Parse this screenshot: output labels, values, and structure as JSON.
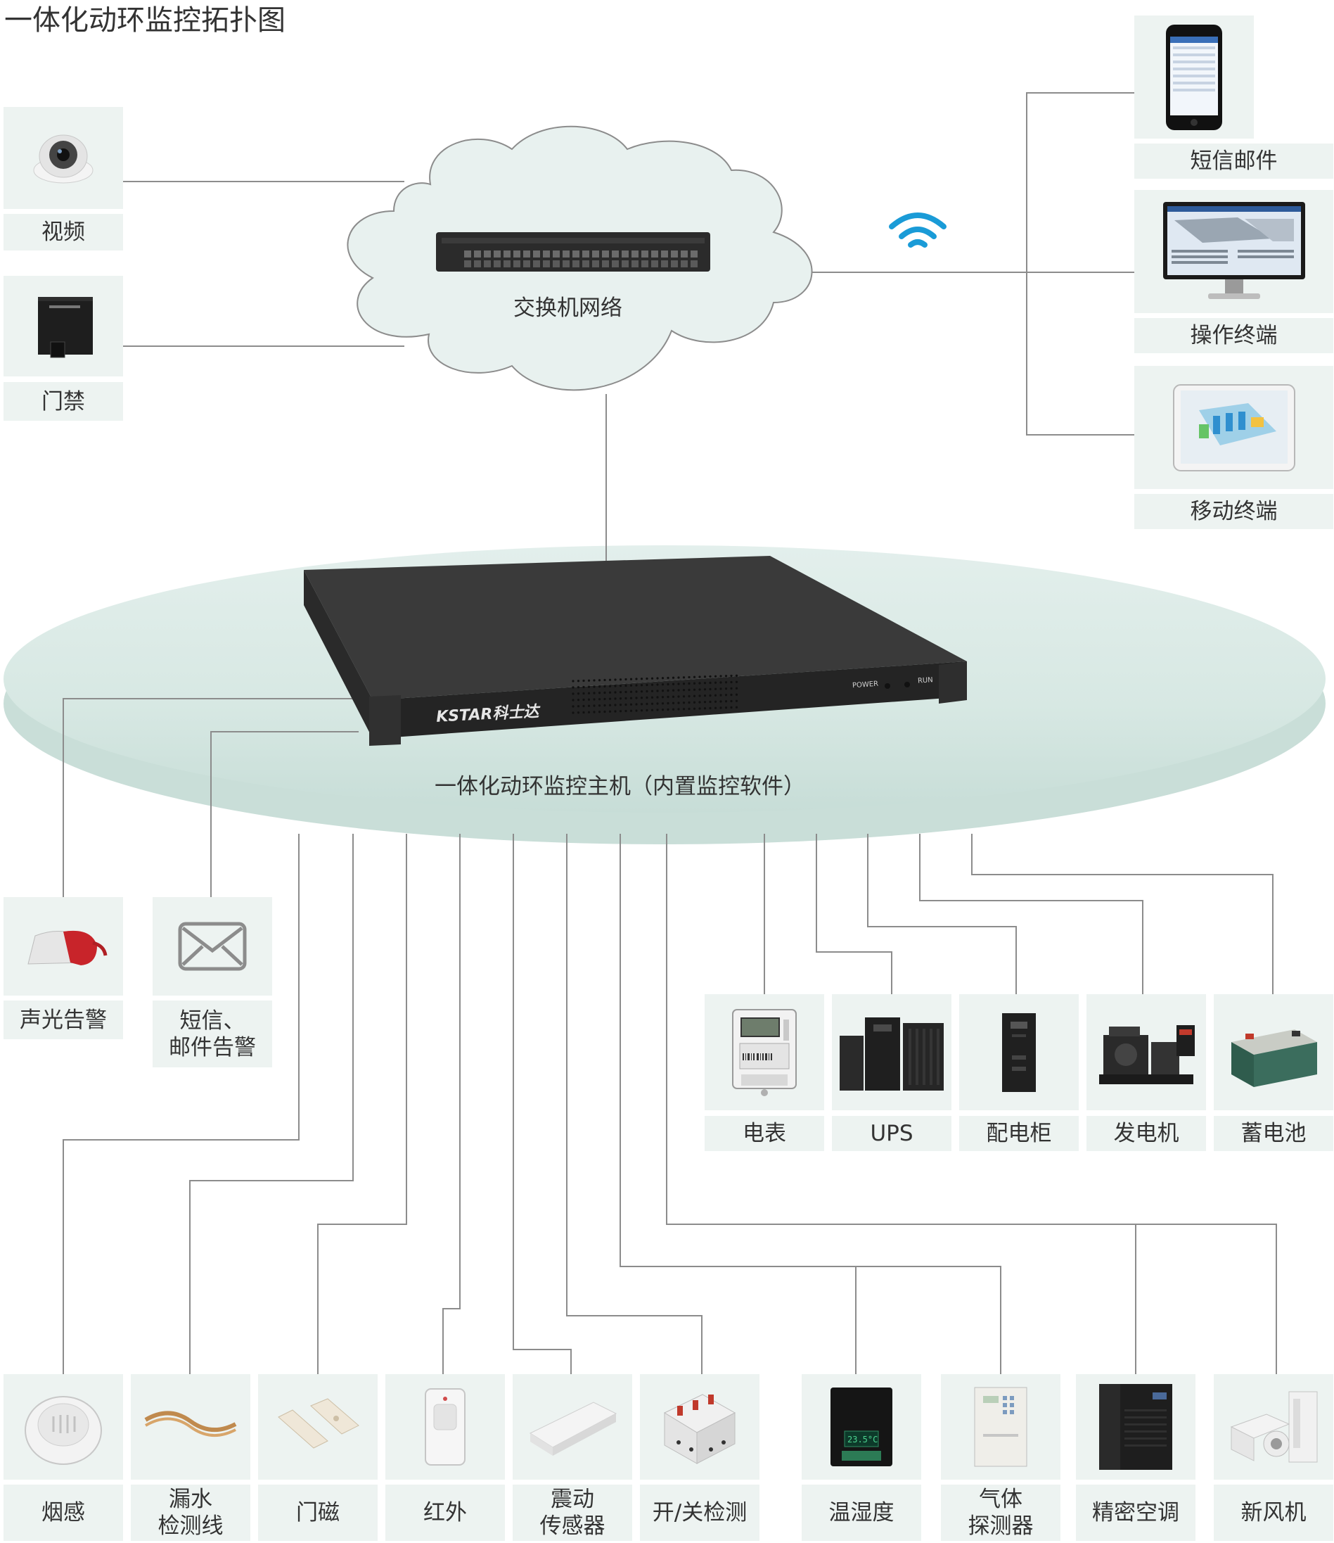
{
  "title": "一体化动环监控拓扑图",
  "network": {
    "label": "交换机网络"
  },
  "host": {
    "label": "一体化动环监控主机（内置监控软件）",
    "brand": "KSTAR科士达",
    "indicators": [
      "POWER",
      "RUN"
    ]
  },
  "left_devices": [
    {
      "name": "video",
      "label": "视频",
      "icon": "dome-camera-icon"
    },
    {
      "name": "access",
      "label": "门禁",
      "icon": "access-controller-icon"
    }
  ],
  "terminals": [
    {
      "name": "sms",
      "label": "短信邮件",
      "icon": "smartphone-icon"
    },
    {
      "name": "operator",
      "label": "操作终端",
      "icon": "monitor-icon"
    },
    {
      "name": "mobile",
      "label": "移动终端",
      "icon": "tablet-icon"
    }
  ],
  "alarms": [
    {
      "name": "sound-light",
      "label": "声光告警",
      "icon": "siren-icon"
    },
    {
      "name": "sms-alarm",
      "label": "短信、\n邮件告警",
      "icon": "envelope-icon"
    }
  ],
  "power_devices": [
    {
      "name": "meter",
      "label": "电表",
      "icon": "electric-meter-icon"
    },
    {
      "name": "ups",
      "label": "UPS",
      "icon": "ups-cabinet-icon"
    },
    {
      "name": "distribution",
      "label": "配电柜",
      "icon": "distribution-cabinet-icon"
    },
    {
      "name": "generator",
      "label": "发电机",
      "icon": "generator-icon"
    },
    {
      "name": "battery",
      "label": "蓄电池",
      "icon": "battery-icon"
    }
  ],
  "sensors": [
    {
      "name": "smoke",
      "label": "烟感",
      "icon": "smoke-detector-icon"
    },
    {
      "name": "leak",
      "label": "漏水\n检测线",
      "icon": "leak-cable-icon"
    },
    {
      "name": "door-magnet",
      "label": "门磁",
      "icon": "door-contact-icon"
    },
    {
      "name": "infrared",
      "label": "红外",
      "icon": "pir-sensor-icon"
    },
    {
      "name": "vibration",
      "label": "震动\n传感器",
      "icon": "vibration-sensor-icon"
    },
    {
      "name": "switch",
      "label": "开/关检测",
      "icon": "breaker-icon"
    },
    {
      "name": "temp-humidity",
      "label": "温湿度",
      "icon": "thermometer-icon"
    },
    {
      "name": "gas",
      "label": "气体\n探测器",
      "icon": "gas-detector-icon"
    },
    {
      "name": "precision-ac",
      "label": "精密空调",
      "icon": "precision-ac-icon"
    },
    {
      "name": "fresh-air",
      "label": "新风机",
      "icon": "fresh-air-icon"
    }
  ],
  "colors": {
    "panel": "#edf3f1",
    "ellipse": "#d6e8e3",
    "line": "#8c8c8c",
    "wifi": "#1a9bd7"
  }
}
